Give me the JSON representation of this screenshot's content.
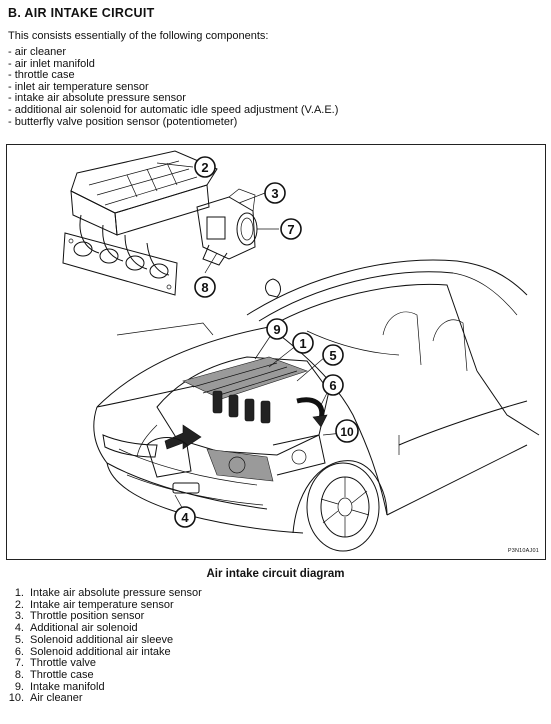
{
  "heading": "B. AIR INTAKE CIRCUIT",
  "intro": "This consists essentially of the following components:",
  "components": [
    "- air cleaner",
    "- air inlet manifold",
    "- throttle case",
    "- inlet air temperature sensor",
    "- intake air absolute pressure sensor",
    "- additional air solenoid for automatic idle speed adjustment (V.A.E.)",
    "- butterfly valve position sensor (potentiometer)"
  ],
  "figure": {
    "code": "P3N10AJ01",
    "callouts": [
      "2",
      "3",
      "7",
      "8",
      "9",
      "1",
      "5",
      "6",
      "10",
      "4"
    ]
  },
  "caption": "Air intake circuit diagram",
  "legend": [
    {
      "num": "1.",
      "text": "Intake air absolute pressure sensor"
    },
    {
      "num": "2.",
      "text": "Intake air temperature sensor"
    },
    {
      "num": "3.",
      "text": "Throttle position sensor"
    },
    {
      "num": "4.",
      "text": "Additional air solenoid"
    },
    {
      "num": "5.",
      "text": "Solenoid additional air sleeve"
    },
    {
      "num": "6.",
      "text": "Solenoid additional air intake"
    },
    {
      "num": "7.",
      "text": "Throttle valve"
    },
    {
      "num": "8.",
      "text": "Throttle case"
    },
    {
      "num": "9.",
      "text": "Intake manifold"
    },
    {
      "num": "10.",
      "text": "Air cleaner"
    }
  ]
}
